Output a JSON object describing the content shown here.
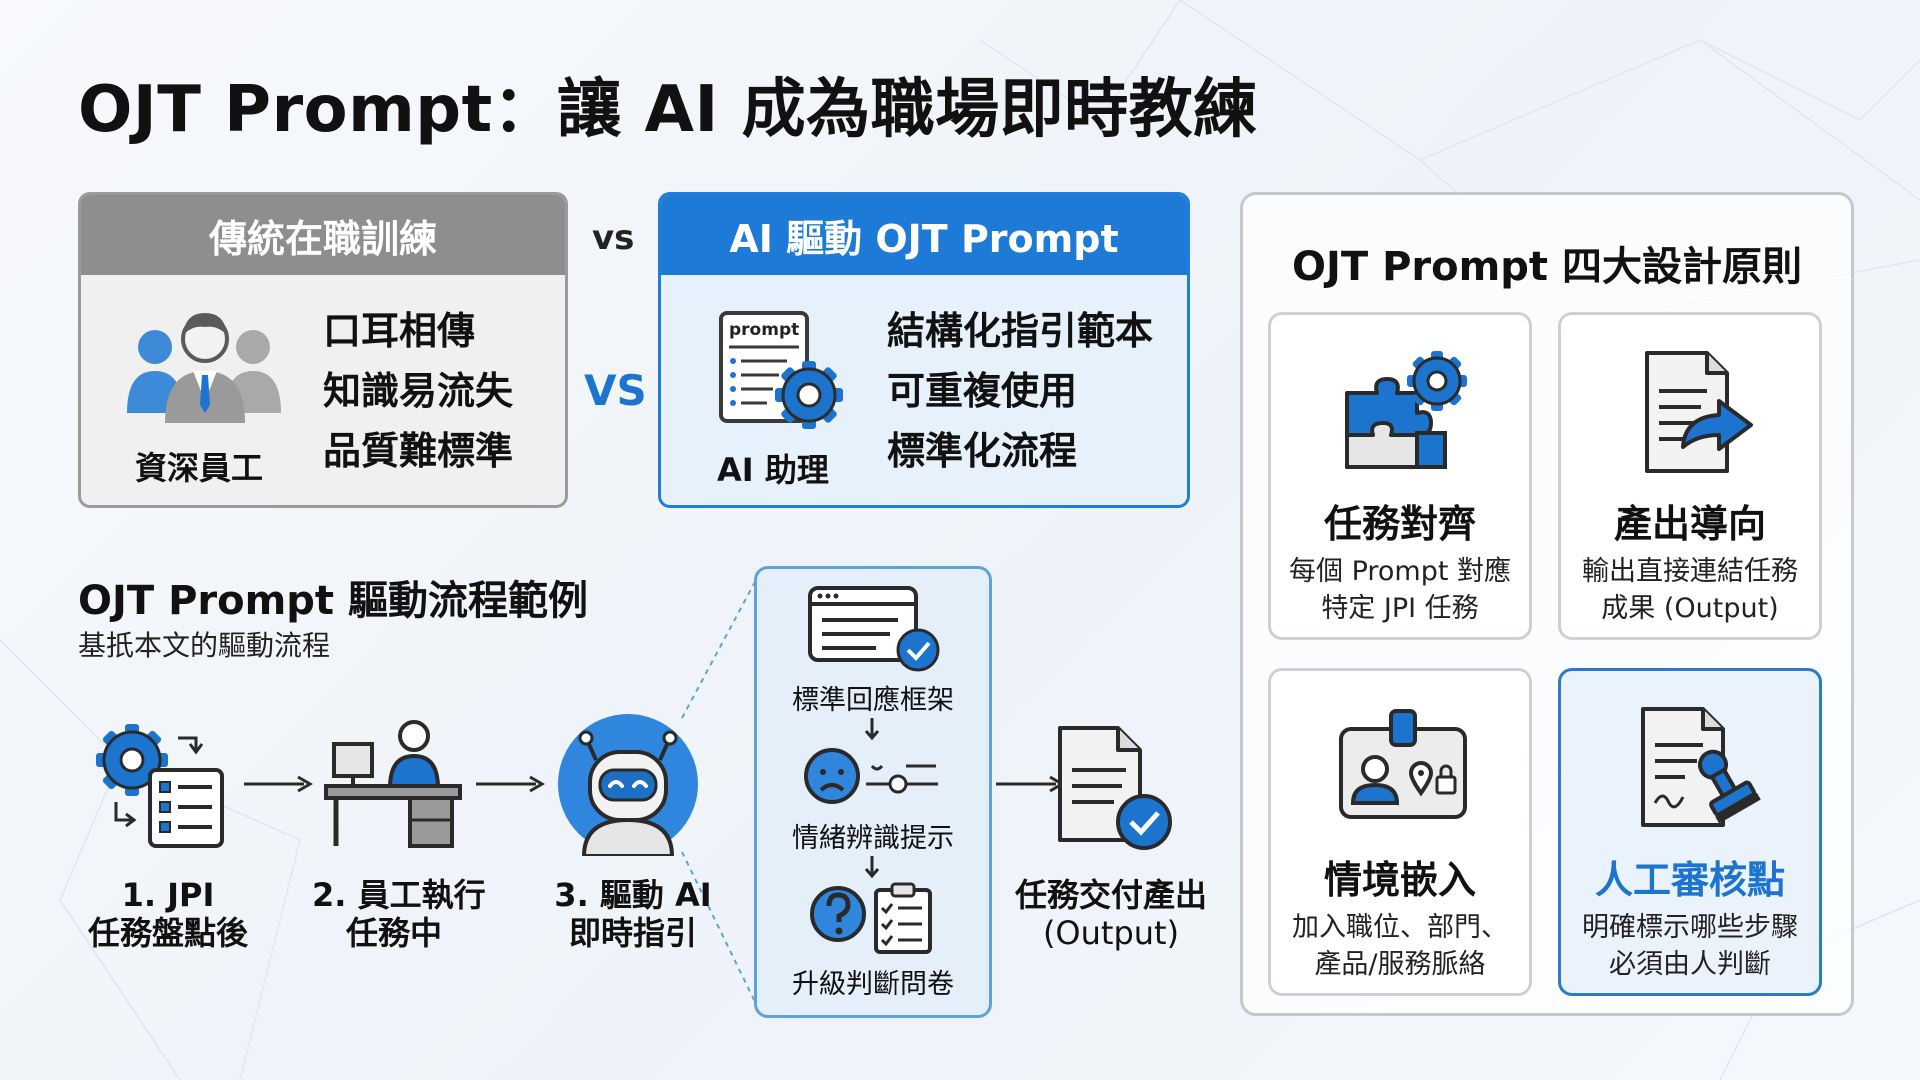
{
  "title": "OJT Prompt：讓 AI 成為職場即時教練",
  "comparison": {
    "vs_small": "vs",
    "vs_big": "VS",
    "traditional": {
      "header": "傳統在職訓練",
      "caption": "資深員工",
      "points": [
        "口耳相傳",
        "知識易流失",
        "品質難標準"
      ]
    },
    "ai": {
      "header": "AI 驅動 OJT Prompt",
      "doc_label": "prompt",
      "caption": "AI 助理",
      "points": [
        "結構化指引範本",
        "可重複使用",
        "標準化流程"
      ]
    }
  },
  "principles": {
    "title": "OJT Prompt 四大設計原則",
    "cards": [
      {
        "name": "任務對齊",
        "desc1": "每個 Prompt 對應",
        "desc2": "特定 JPI 任務",
        "icon": "puzzle-gear-icon"
      },
      {
        "name": "產出導向",
        "desc1": "輸出直接連結任務",
        "desc2": "成果 (Output)",
        "icon": "document-arrow-icon"
      },
      {
        "name": "情境嵌入",
        "desc1": "加入職位、部門、",
        "desc2": "產品/服務脈絡",
        "icon": "id-badge-icon"
      },
      {
        "name": "人工審核點",
        "desc1": "明確標示哪些步驟",
        "desc2": "必須由人判斷",
        "icon": "document-stamp-icon"
      }
    ]
  },
  "flow": {
    "title": "OJT Prompt 驅動流程範例",
    "subtitle": "基扺本文的驅動流程",
    "steps": [
      {
        "line1": "1. JPI",
        "line2": "任務盤點後"
      },
      {
        "line1": "2. 員工執行",
        "line2": "任務中"
      },
      {
        "line1": "3. 驅動 AI",
        "line2": "即時指引"
      }
    ],
    "guides": [
      "標準回應框架",
      "情緒辨識提示",
      "升級判斷問卷"
    ],
    "output": {
      "line1": "任務交付產出",
      "line2": "(Output)"
    }
  },
  "colors": {
    "accent_blue": "#1d7ad6",
    "gray_header": "#8e8e8e",
    "panel_border": "#c4c9cf"
  }
}
